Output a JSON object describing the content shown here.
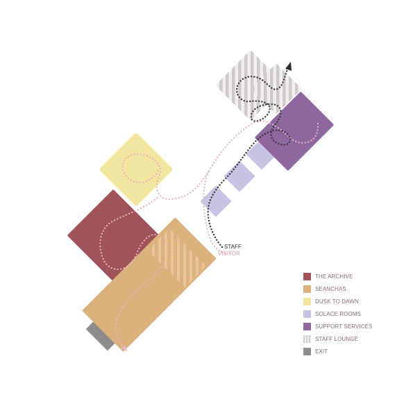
{
  "colors": {
    "archive": "#a05459",
    "seanchas": "#dbb27e",
    "dusk": "#f3e6a0",
    "solace": "#c9c3e4",
    "support": "#8e679f",
    "lounge": "#cfcacb",
    "exit": "#8e8c8e",
    "staff_path": "#3c3c3c",
    "visitor_path": "#e8b3c4"
  },
  "paths": {
    "staff_label": "STAFF",
    "visitor_label": "VISITOR"
  },
  "legend": {
    "items": [
      {
        "label": "THE ARCHIVE",
        "color": "#a05459"
      },
      {
        "label": "SEANCHAS",
        "color": "#dbb27e"
      },
      {
        "label": "DUSK TO DAWN",
        "color": "#f3e6a0"
      },
      {
        "label": "SOLACE ROOMS",
        "color": "#c9c3e4"
      },
      {
        "label": "SUPPORT SERVICES",
        "color": "#8e679f"
      },
      {
        "label": "STAFF LOUNGE",
        "color": "#cfcacb",
        "pattern": "striped"
      },
      {
        "label": "EXIT",
        "color": "#8e8c8e"
      }
    ]
  }
}
